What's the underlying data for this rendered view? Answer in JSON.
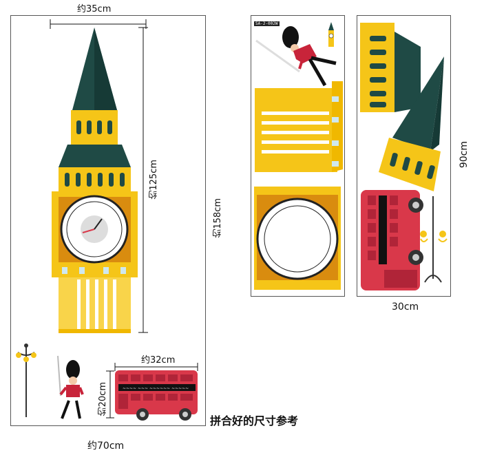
{
  "dimensions": {
    "top_width": "约35cm",
    "tower_height": "约125cm",
    "total_height": "约158cm",
    "bus_width": "约32cm",
    "bus_height": "约20cm",
    "total_width": "约70cm",
    "sheet_height": "90cm",
    "sheet_width": "30cm"
  },
  "caption": "拼合好的尺寸参考",
  "product_code": "SA-2-002W",
  "colors": {
    "tower_yellow": "#f5c518",
    "roof_green": "#1f4a45",
    "clock_orange": "#d98c0f",
    "bus_red": "#d9384a",
    "guard_red": "#c8243a"
  }
}
